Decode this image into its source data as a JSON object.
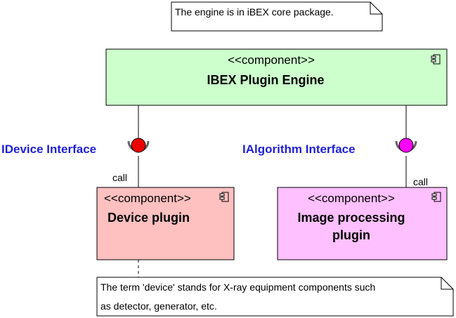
{
  "notes": {
    "top": "The engine is in iBEX core package.",
    "bottom_line1": "The term 'device' stands for X-ray equipment components such",
    "bottom_line2": "as detector, generator, etc."
  },
  "components": {
    "engine": {
      "stereotype": "<<component>>",
      "name": "IBEX Plugin Engine",
      "fill": "#ccffcc"
    },
    "device": {
      "stereotype": "<<component>>",
      "name": "Device plugin",
      "fill": "#ffc0c0"
    },
    "image": {
      "stereotype": "<<component>>",
      "name_line1": "Image processing",
      "name_line2": "plugin",
      "fill": "#ffc0ff"
    }
  },
  "interfaces": {
    "device": {
      "label": "IDevice Interface",
      "color": "#ee0000"
    },
    "algorithm": {
      "label": "IAlgorithm Interface",
      "color": "#ff00ff"
    }
  },
  "label_color": "#1f1fd6",
  "dependencies": {
    "device_call": "call",
    "algorithm_call": "call"
  },
  "icons": [
    "component-icon"
  ]
}
